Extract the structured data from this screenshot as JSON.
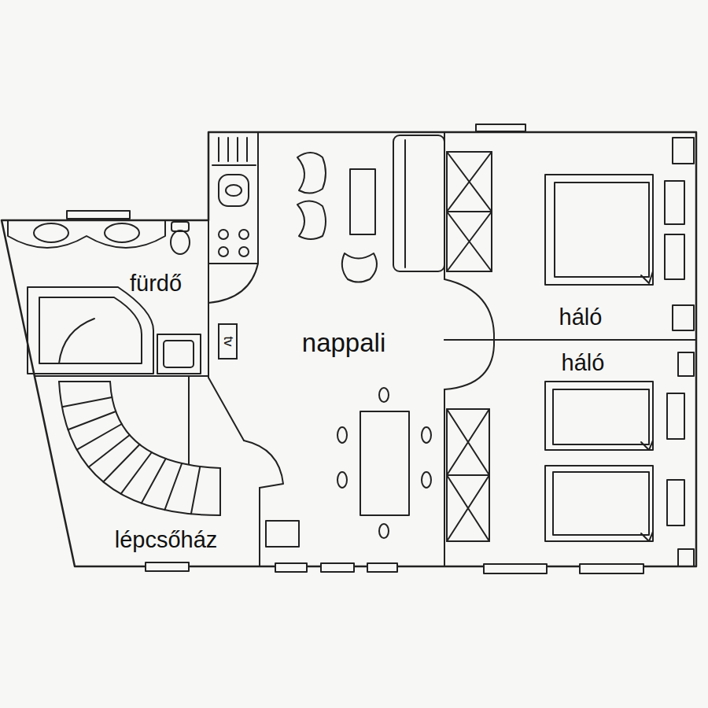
{
  "diagram": {
    "nodes": [
      {
        "text": [
          "tv"
        ]
      }
    ],
    "labels": [
      "fürdő",
      "nappali",
      "háló",
      "háló",
      "lépcsőház"
    ]
  }
}
